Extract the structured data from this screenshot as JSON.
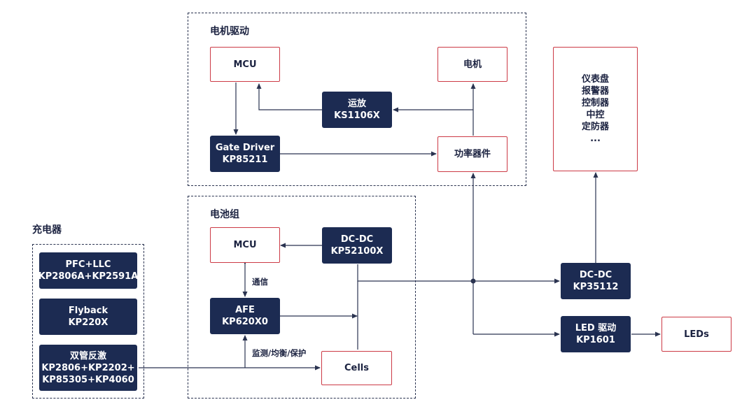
{
  "groups": {
    "motor_drive": "电机驱动",
    "battery_pack": "电池组",
    "charger": "充电器"
  },
  "blocks": {
    "motor_mcu": "MCU",
    "motor": "电机",
    "opamp": [
      "运放",
      "KS1106X"
    ],
    "gate_driver": [
      "Gate Driver",
      "KP85211"
    ],
    "power_device": "功率器件",
    "dashboard": [
      "仪表盘",
      "报警器",
      "控制器",
      "中控",
      "定防器",
      "..."
    ],
    "battery_mcu": "MCU",
    "dcdc_batt": [
      "DC-DC",
      "KP52100X"
    ],
    "afe": [
      "AFE",
      "KP620X0"
    ],
    "cells": "Cells",
    "dcdc_main": [
      "DC-DC",
      "KP35112"
    ],
    "led_driver": [
      "LED 驱动",
      "KP1601"
    ],
    "leds": "LEDs",
    "pfc_llc": [
      "PFC+LLC",
      "KP2806A+KP2591A"
    ],
    "flyback": [
      "Flyback",
      "KP220X"
    ],
    "dual_flyback": [
      "双管反激",
      "KP2806+KP2202+",
      "KP85305+KP4060"
    ]
  },
  "labels": {
    "comm": "通信",
    "monitor": "监测/均衡/保护"
  },
  "colors": {
    "navy": "#1c2b52",
    "red_border": "#cc3a45",
    "line": "#2a3350"
  }
}
